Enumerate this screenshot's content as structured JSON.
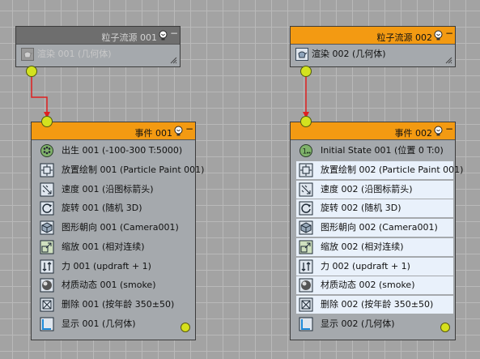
{
  "source1": {
    "title": "粒子流源 001",
    "row_label": "渲染 001 (几何体)"
  },
  "source2": {
    "title": "粒子流源 002",
    "row_label": "渲染 002 (几何体)"
  },
  "event1": {
    "title": "事件 001",
    "operators": [
      {
        "label": "出生 001 (-100-300 T:5000)",
        "icon": "birth-icon"
      },
      {
        "label": "放置绘制 001 (Particle Paint 001)",
        "icon": "position-paint-icon"
      },
      {
        "label": "速度 001 (沿图标箭头)",
        "icon": "speed-icon"
      },
      {
        "label": "旋转 001 (随机 3D)",
        "icon": "rotation-icon"
      },
      {
        "label": "图形朝向 001 (Camera001)",
        "icon": "shape-facing-icon"
      },
      {
        "label": "缩放 001 (相对连续)",
        "icon": "scale-icon"
      },
      {
        "label": "力 001 (updraft + 1)",
        "icon": "force-icon"
      },
      {
        "label": "材质动态 001 (smoke)",
        "icon": "material-dynamic-icon"
      },
      {
        "label": "删除 001 (按年龄 350±50)",
        "icon": "delete-icon"
      },
      {
        "label": "显示 001 (几何体)",
        "icon": "display-icon"
      }
    ]
  },
  "event2": {
    "title": "事件 002",
    "operators": [
      {
        "label": "Initial State 001 (位置 0 T:0)",
        "icon": "initial-state-icon"
      },
      {
        "label": "放置绘制 002 (Particle Paint 001)",
        "icon": "position-paint-icon"
      },
      {
        "label": "速度 002 (沿图标箭头)",
        "icon": "speed-icon"
      },
      {
        "label": "旋转 002 (随机 3D)",
        "icon": "rotation-icon"
      },
      {
        "label": "图形朝向 002 (Camera001)",
        "icon": "shape-facing-icon"
      },
      {
        "label": "缩放 002 (相对连续)",
        "icon": "scale-icon"
      },
      {
        "label": "力 002 (updraft + 1)",
        "icon": "force-icon"
      },
      {
        "label": "材质动态 002 (smoke)",
        "icon": "material-dynamic-icon"
      },
      {
        "label": "删除 002 (按年龄 350±50)",
        "icon": "delete-icon"
      },
      {
        "label": "显示 002 (几何体)",
        "icon": "display-icon"
      }
    ]
  },
  "colors": {
    "canvas": "#a3a3a3",
    "grid": "#b9b9b9",
    "event_header": "#f39a12",
    "disabled_header": "#6e6e6e",
    "node_body": "#a5a9ad",
    "port": "#d3e21f",
    "wire": "#e02020",
    "selected_row": "#e9f1fb"
  }
}
